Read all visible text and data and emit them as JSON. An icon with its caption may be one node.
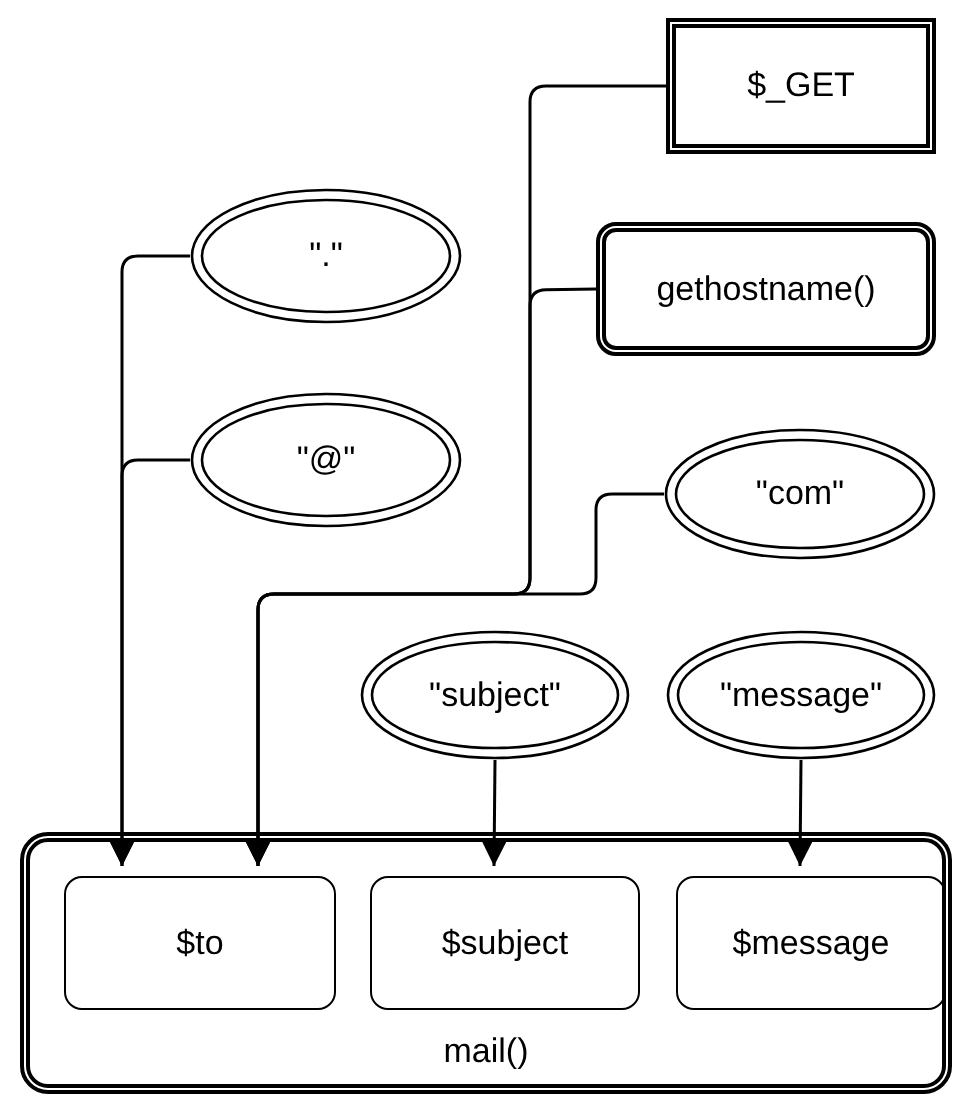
{
  "diagram": {
    "nodes": [
      {
        "text": [
          "$_GET"
        ]
      },
      {
        "text": [
          "\".\""
        ]
      },
      {
        "text": [
          "gethostname()"
        ]
      },
      {
        "text": [
          "\"@\""
        ]
      },
      {
        "text": [
          "\"com\""
        ]
      },
      {
        "text": [
          "\"subject\""
        ]
      },
      {
        "text": [
          "\"message\""
        ]
      },
      {
        "text": [
          "mail()"
        ]
      },
      {
        "text": [
          "$to"
        ],
        "in": 7
      },
      {
        "text": [
          "$subject"
        ],
        "in": 7
      },
      {
        "text": [
          "$message"
        ],
        "in": 7
      }
    ],
    "edges": [
      {
        "from": 1,
        "to": 8,
        "arrow": "to"
      },
      {
        "from": 3,
        "to": 8,
        "arrow": "to"
      },
      {
        "from": 0,
        "to": 8,
        "arrow": "to"
      },
      {
        "from": 2,
        "to": 8,
        "arrow": "to"
      },
      {
        "from": 4,
        "to": 8,
        "arrow": "to"
      },
      {
        "from": 5,
        "to": 9,
        "arrow": "to"
      },
      {
        "from": 6,
        "to": 10,
        "arrow": "to"
      }
    ]
  }
}
